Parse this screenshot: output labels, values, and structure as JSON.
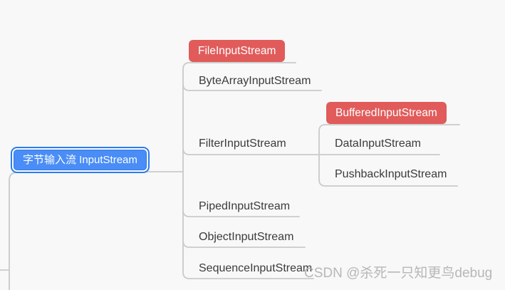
{
  "diagram": {
    "type": "mindmap",
    "root": {
      "label": "字节输入流 InputStream",
      "selected": true
    },
    "children": [
      {
        "label": "FileInputStream",
        "highlight": true
      },
      {
        "label": "ByteArrayInputStream"
      },
      {
        "label": "FilterInputStream",
        "children": [
          {
            "label": "BufferedInputStream",
            "highlight": true
          },
          {
            "label": "DataInputStream"
          },
          {
            "label": "PushbackInputStream"
          }
        ]
      },
      {
        "label": "PipedInputStream"
      },
      {
        "label": "ObjectInputStream"
      },
      {
        "label": "SequenceInputStream"
      }
    ]
  },
  "watermark": {
    "text": "CSDN @杀死一只知更鸟debug"
  },
  "colors": {
    "background": "#f8f8f8",
    "connector_line": "#cacaca",
    "node_text": "#3b3b3b",
    "highlight_fill": "#e15b5b",
    "highlight_text": "#ffffff",
    "root_fill": "#4a8df6",
    "root_selection_border": "#2a7cf0",
    "root_text": "#ffffff",
    "watermark_text": "#b0b0b0"
  }
}
